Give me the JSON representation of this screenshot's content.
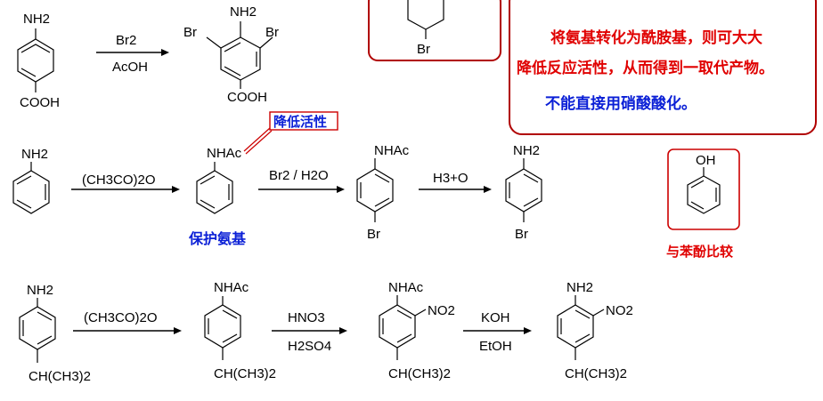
{
  "colors": {
    "note_red": "#e00000",
    "note_blue": "#0a1fd6",
    "frame_red": "#b00000"
  },
  "row1": {
    "start_top": "NH2",
    "start_bottom": "COOH",
    "reagent_top": "Br2",
    "reagent_bottom": "AcOH",
    "product_top": "NH2",
    "product_left": "Br",
    "product_right": "Br",
    "product_bottom": "COOH",
    "boxed_sub": "Br"
  },
  "note_box": {
    "line1": "将氨基转化为酰胺基，则可大大",
    "line2": "降低反应活性，从而得到一取代产物。",
    "line3": "不能直接用硝酸酸化。"
  },
  "row2": {
    "start_top": "NH2",
    "reagent1": "(CH3CO)2O",
    "amide_top": "NHAc",
    "callout": "降低活性",
    "caption": "保护氨基",
    "reagent2": "Br2 / H2O",
    "bromo_amide_top": "NHAc",
    "bromo_amide_bottom": "Br",
    "reagent3": "H3+O",
    "product_top": "NH2",
    "product_bottom": "Br"
  },
  "phenol": {
    "label": "OH",
    "caption": "与苯酚比较"
  },
  "row3": {
    "start_top": "NH2",
    "start_bottom": "CH(CH3)2",
    "reagent1": "(CH3CO)2O",
    "amide_top": "NHAc",
    "amide_bottom": "CH(CH3)2",
    "reagent2_top": "HNO3",
    "reagent2_bottom": "H2SO4",
    "nitro_top": "NHAc",
    "nitro_side": "NO2",
    "nitro_bottom": "CH(CH3)2",
    "reagent3_top": "KOH",
    "reagent3_bottom": "EtOH",
    "product_top": "NH2",
    "product_side": "NO2",
    "product_bottom": "CH(CH3)2"
  }
}
